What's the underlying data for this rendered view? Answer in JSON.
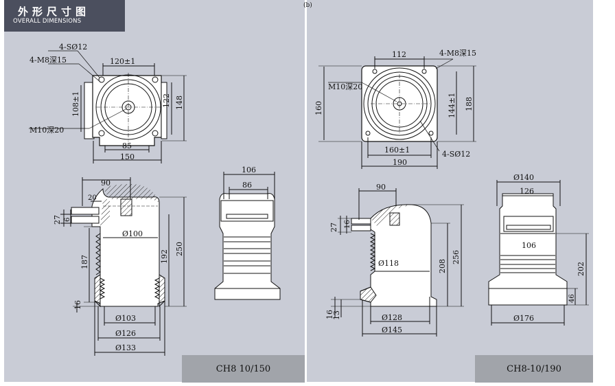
{
  "header": {
    "title_cn": "外形尺寸图",
    "title_en": "OVERALL DIMENSIONS"
  },
  "top_marker": "(b)",
  "left": {
    "model": "CH8 10/150",
    "top_view": {
      "hole_note": "4-SØ12",
      "thread_note": "4-M8深15",
      "center_thread": "M10深20",
      "dim_120": "120±1",
      "dim_122": "122",
      "dim_148": "148",
      "dim_108": "108±1",
      "dim_85": "85",
      "dim_150": "150"
    },
    "side_view": {
      "d90": "90",
      "d20": "20",
      "d27": "27",
      "d6": "6",
      "d100": "Ø100",
      "d187": "187",
      "d192": "192",
      "d250": "250",
      "d16": "16",
      "d103": "Ø103",
      "d126": "Ø126",
      "d133": "Ø133"
    },
    "end_view": {
      "d106": "106",
      "d86": "86"
    }
  },
  "right": {
    "model": "CH8-10/190",
    "top_view": {
      "dim_112": "112",
      "thread_note": "4-M8深15",
      "center_thread": "M10深20",
      "dim_160h": "160",
      "dim_144": "144±1",
      "dim_188": "188",
      "dim_160w": "160±1",
      "hole_note": "4-SØ12",
      "dim_190": "190"
    },
    "side_view": {
      "d90": "90",
      "d27": "27",
      "d16a": "16",
      "d118": "Ø118",
      "d208": "208",
      "d256": "256",
      "d16b": "16",
      "d13": "13",
      "d128": "Ø128",
      "d145": "Ø145"
    },
    "end_view": {
      "d140": "Ø140",
      "d126": "126",
      "d106": "106",
      "d202": "202",
      "d46": "46",
      "d176": "Ø176"
    }
  }
}
